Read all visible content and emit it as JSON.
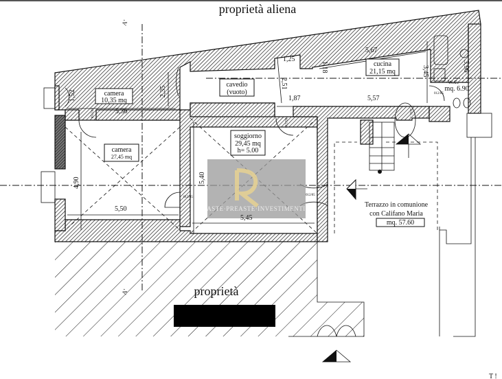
{
  "header": {
    "title": "proprietà aliena"
  },
  "rooms": {
    "camera_small": {
      "name": "camera",
      "area": "10,35 mq"
    },
    "camera_large": {
      "name": "camera",
      "area": "27,45 mq"
    },
    "cavedio": {
      "name": "cavedio",
      "note": "(vuoto)"
    },
    "soggiorno": {
      "name": "soggiorno",
      "area": "29,45 mq",
      "height": "h= 5.00"
    },
    "cucina": {
      "name": "cucina",
      "area": "21,15 mq"
    },
    "wc": {
      "name": "w.c.",
      "area": "mq. 6.90"
    },
    "terrazzo": {
      "line1": "Terrazzo in comunione",
      "line2": "con Califano Maria",
      "area": "mq. 57.60"
    }
  },
  "dimensions": {
    "d1": "1,52",
    "d2": "5,36",
    "d3": "2,35",
    "d4": "1,25",
    "d5": "2,51",
    "d6": "1,87",
    "d7": "5,57",
    "d8": "5,67",
    "d9": "1,18",
    "d10": "3,45",
    "d11": "3,96",
    "d12": "4,90",
    "d13": "5,50",
    "d14": "5,40",
    "d15": "5,45"
  },
  "doors": {
    "a": "85/210",
    "b": "85/210",
    "c": "012/85",
    "d": "012/85",
    "e": "012/85",
    "f": "210/…"
  },
  "section_marks": {
    "a": "A'",
    "b": "A'"
  },
  "bottom": {
    "label": "proprietà"
  },
  "watermark": {
    "text": "ASTE·PREASTE·INVESTIMENTI"
  },
  "corner": {
    "text": "T !"
  }
}
